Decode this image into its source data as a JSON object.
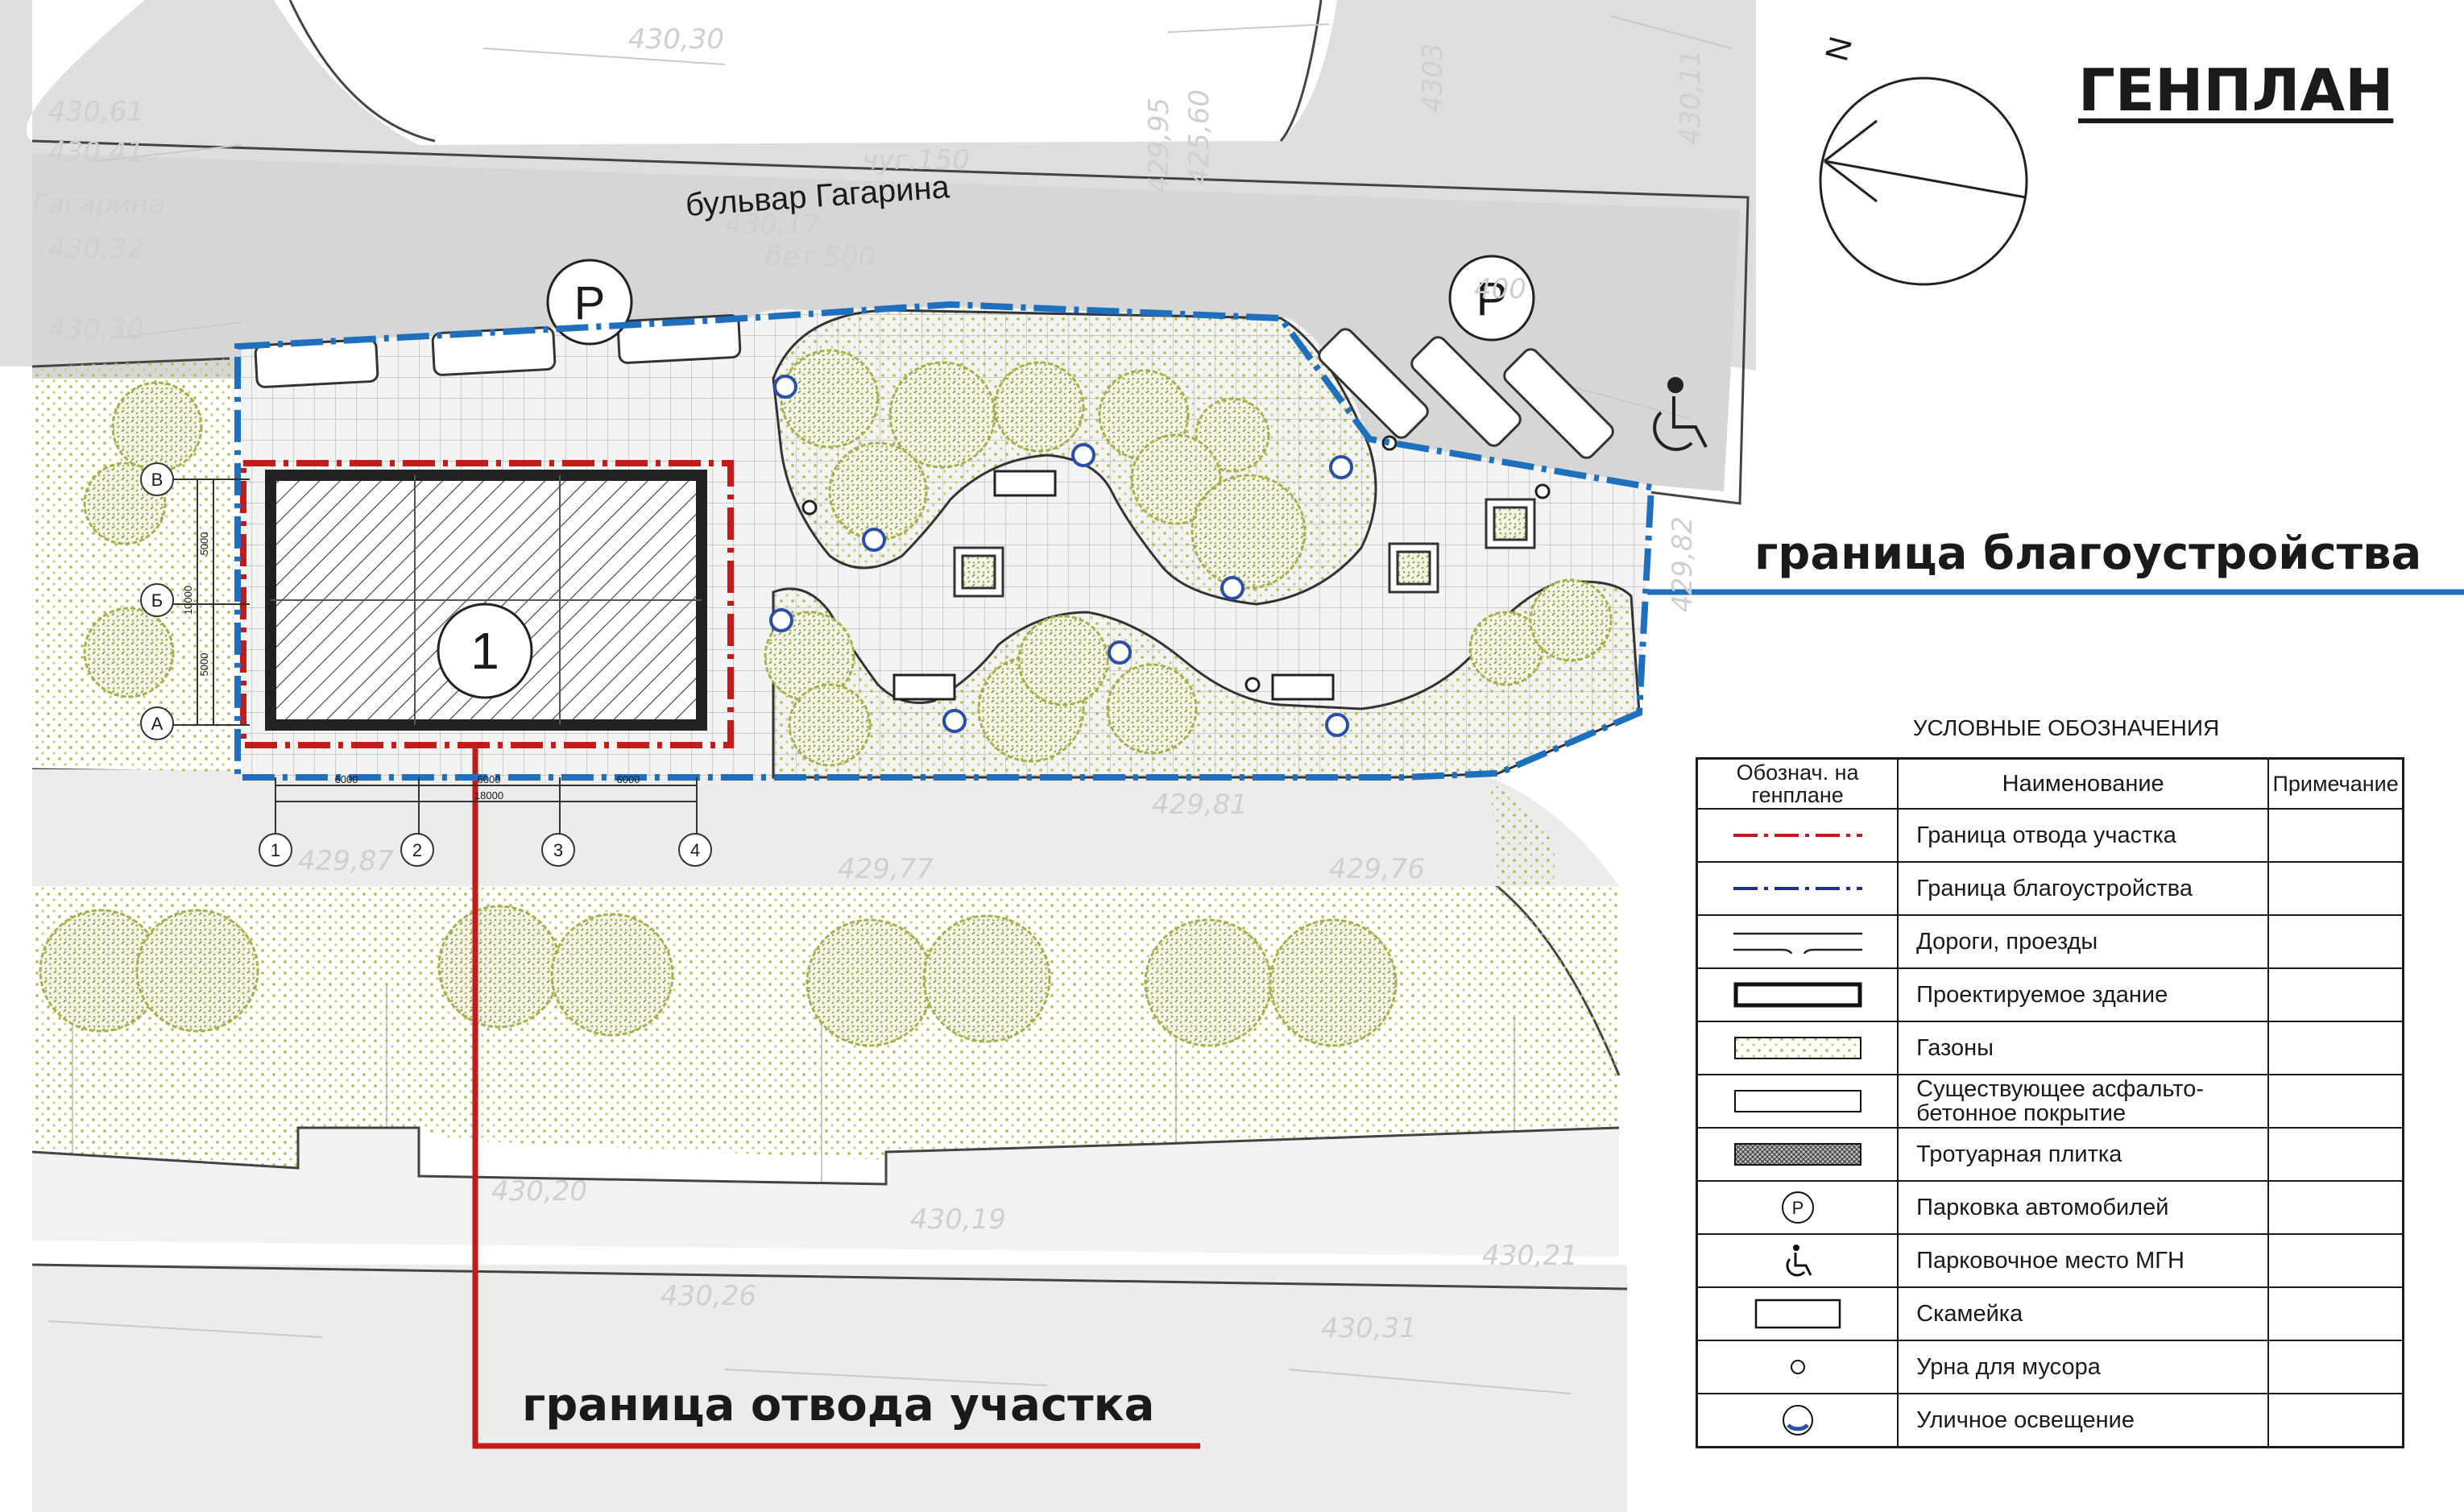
{
  "title": "ГЕНПЛАН",
  "north_label": "N",
  "street_label": "бульвар Гагарина",
  "parking_label": "P",
  "building_number": "1",
  "callouts": {
    "improvement_boundary": "граница благоустройства",
    "allotment_boundary": "граница отвода участка"
  },
  "axes": {
    "letters": [
      "В",
      "Б",
      "А"
    ],
    "numbers": [
      "1",
      "2",
      "3",
      "4"
    ],
    "vertical_dims": [
      "5000",
      "10000",
      "5000"
    ],
    "horizontal_dims": [
      "6000",
      "6000",
      "6000",
      "18000"
    ]
  },
  "survey_marks": [
    "430,61",
    "430,41",
    "430,32",
    "430,30",
    "430,30",
    "430,17",
    "429,95",
    "425,60",
    "чуг.150",
    "бет.500",
    "429,81",
    "429,77",
    "429,76",
    "429,87",
    "430,20",
    "430,19",
    "430,26",
    "430,31",
    "430,21",
    "400",
    "430,11",
    "4303",
    "429,82",
    "Гагарина"
  ],
  "legend": {
    "heading": "УСЛОВНЫЕ ОБОЗНАЧЕНИЯ",
    "col_symbol": "Обознач. на генплане",
    "col_name": "Наименование",
    "col_note": "Примечание",
    "rows": [
      {
        "symbol": "red-dash-dot-line",
        "name": "Граница отвода участка",
        "note": ""
      },
      {
        "symbol": "blue-dash-dot-line",
        "name": "Граница благоустройства",
        "note": ""
      },
      {
        "symbol": "road-lines",
        "name": "Дороги, проезды",
        "note": ""
      },
      {
        "symbol": "bold-rectangle",
        "name": "Проектируемое здание",
        "note": ""
      },
      {
        "symbol": "dotted-lawn",
        "name": "Газоны",
        "note": ""
      },
      {
        "symbol": "plain-rectangle",
        "name": "Существующее асфальто-бетонное покрытие",
        "note": ""
      },
      {
        "symbol": "tile-hatch",
        "name": "Тротуарная плитка",
        "note": ""
      },
      {
        "symbol": "parking-circle",
        "name": "Парковка автомобилей",
        "note": ""
      },
      {
        "symbol": "wheelchair-icon",
        "name": "Парковочное место МГН",
        "note": ""
      },
      {
        "symbol": "bench-rectangle",
        "name": "Скамейка",
        "note": ""
      },
      {
        "symbol": "small-circle",
        "name": "Урна для мусора",
        "note": ""
      },
      {
        "symbol": "lamp-circle",
        "name": "Уличное освещение",
        "note": ""
      }
    ]
  },
  "colors": {
    "allotment_boundary": "#c41a1a",
    "improvement_boundary": "#1f6fbf",
    "lawn_dots": "#b9bd5a",
    "tree": "#9aa43a",
    "lamp": "#2a4fa8",
    "road_gray": "#dedede",
    "tile_grid": "#bdbdbd"
  }
}
